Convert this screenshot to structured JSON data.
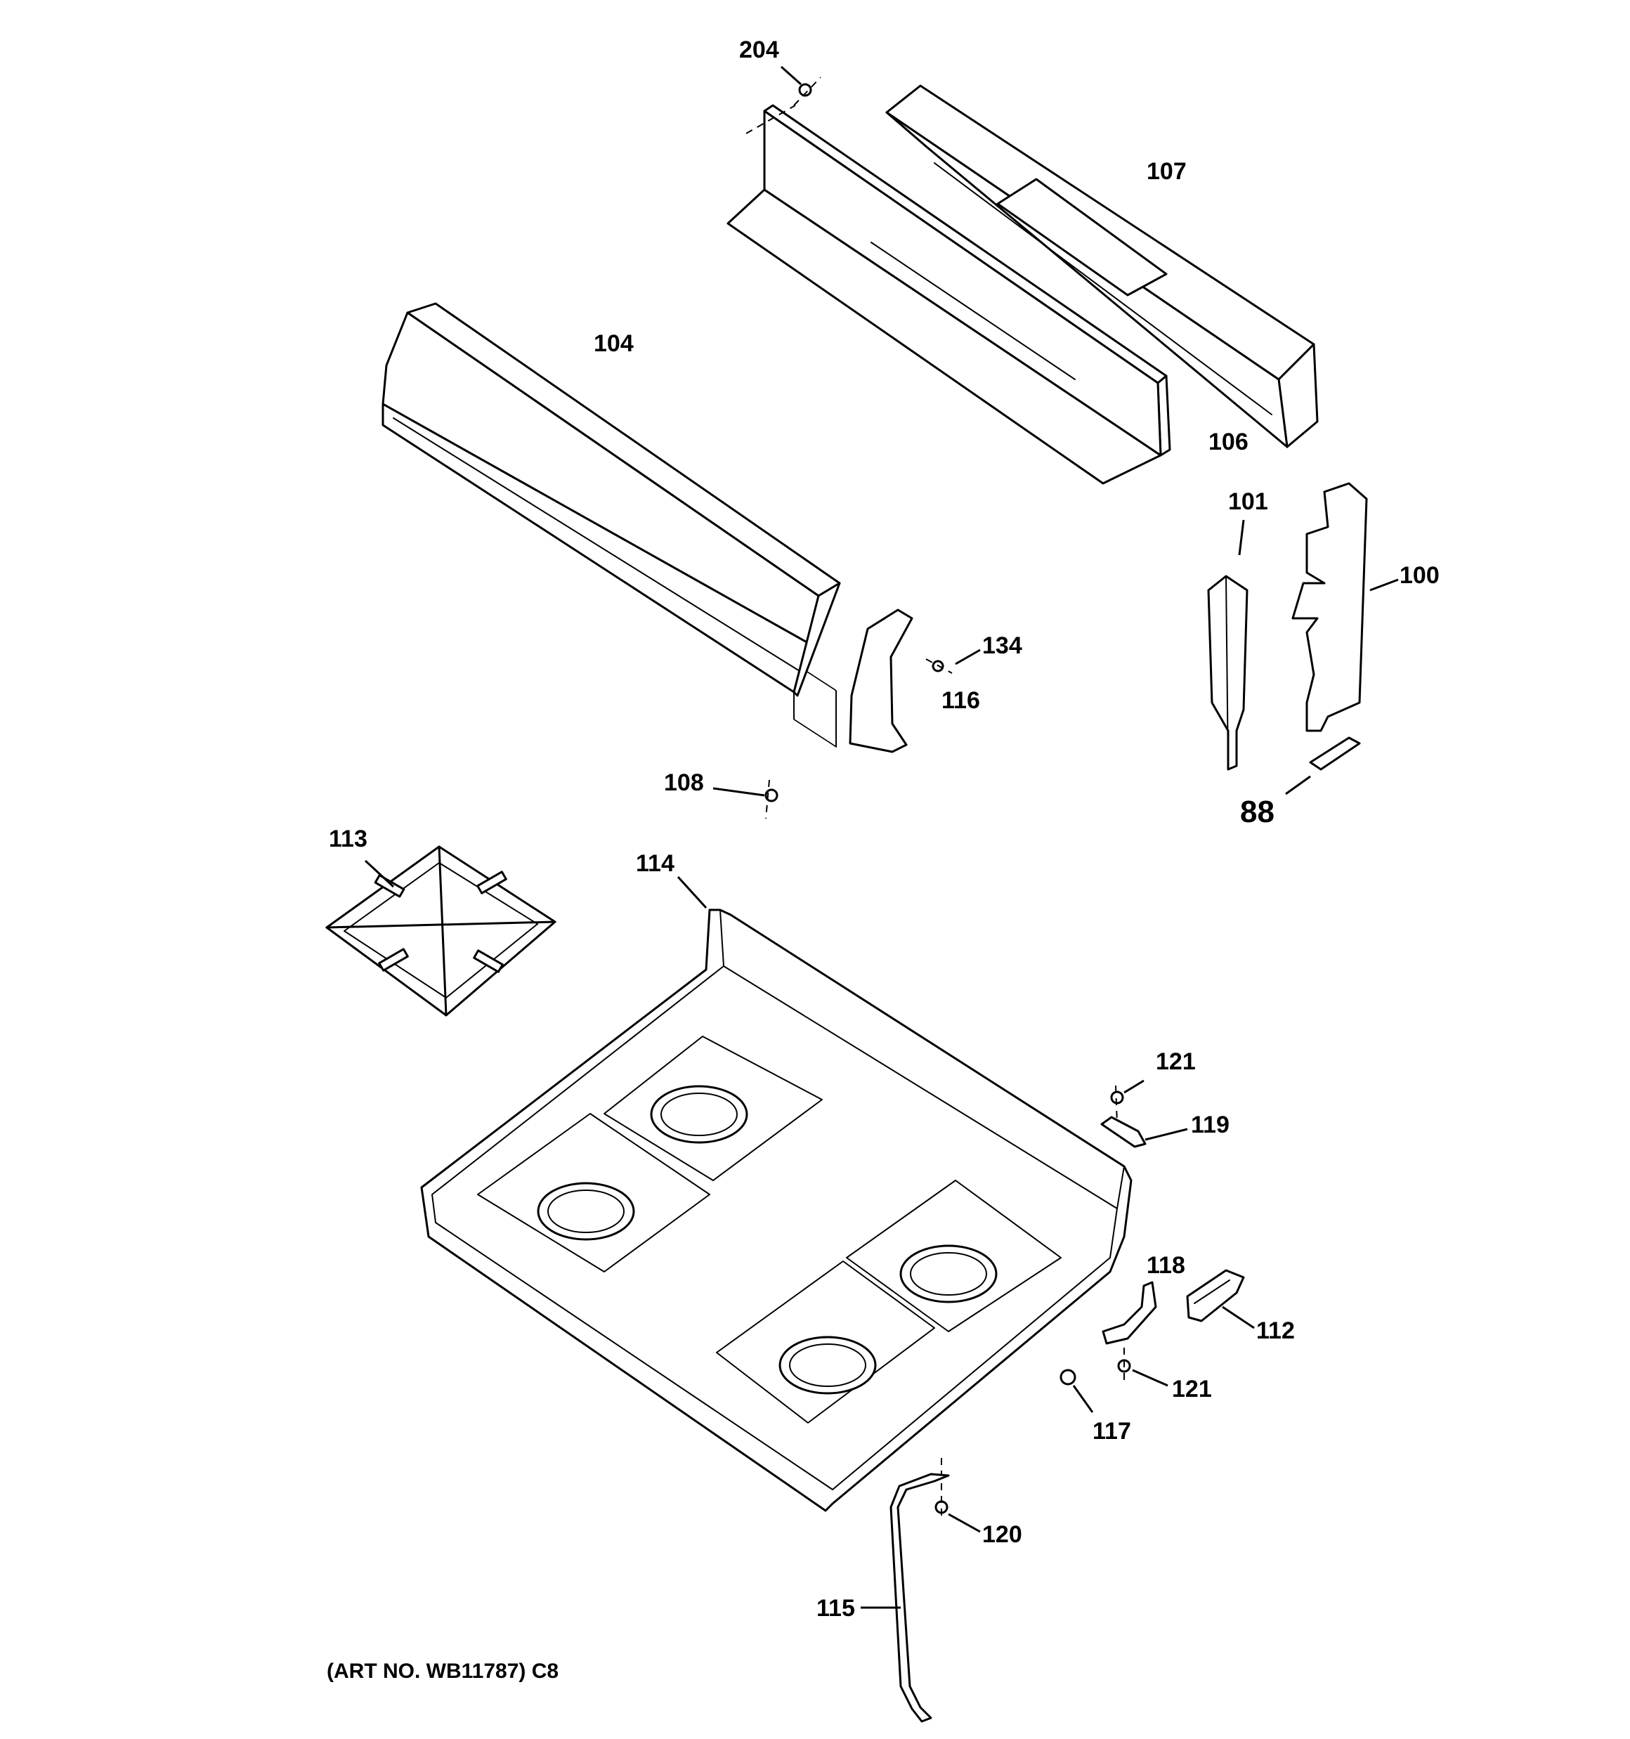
{
  "diagram": {
    "callouts": {
      "p204": "204",
      "p107": "107",
      "p104": "104",
      "p106": "106",
      "p101": "101",
      "p100": "100",
      "p134": "134",
      "p116": "116",
      "p108": "108",
      "p88": "88",
      "p113": "113",
      "p114": "114",
      "p121a": "121",
      "p119": "119",
      "p118": "118",
      "p112": "112",
      "p121b": "121",
      "p117": "117",
      "p120": "120",
      "p115": "115"
    },
    "art_number": "(ART NO. WB11787) C8"
  }
}
